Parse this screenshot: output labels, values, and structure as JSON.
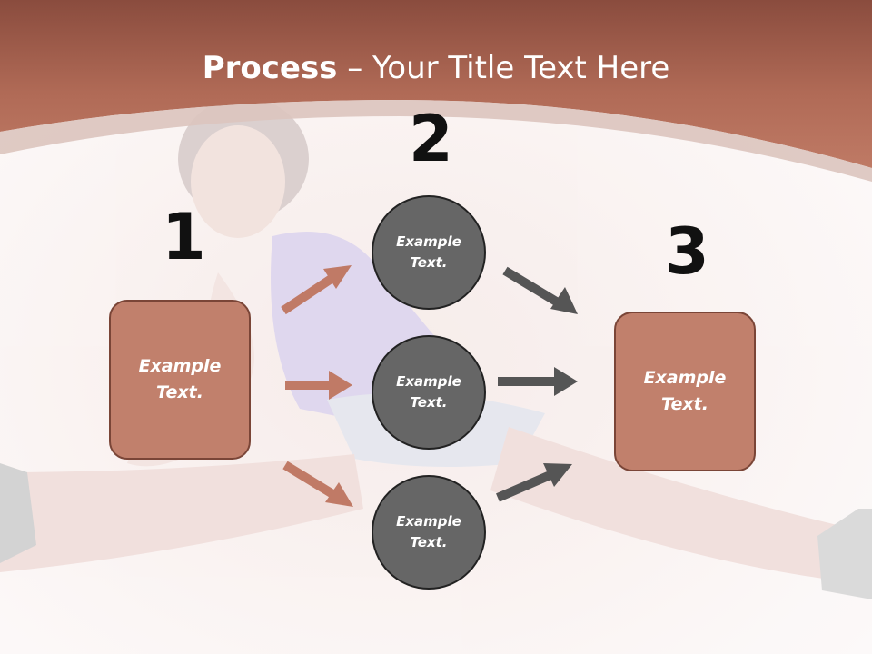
{
  "title": {
    "bold": "Process",
    "rest": " – Your Title Text Here"
  },
  "steps": [
    {
      "number": "1",
      "text_line1": "Example",
      "text_line2": "Text."
    },
    {
      "number": "2"
    },
    {
      "number": "3",
      "text_line1": "Example",
      "text_line2": "Text."
    }
  ],
  "circles": [
    {
      "text_line1": "Example",
      "text_line2": "Text."
    },
    {
      "text_line1": "Example",
      "text_line2": "Text."
    },
    {
      "text_line1": "Example",
      "text_line2": "Text."
    }
  ],
  "colors": {
    "header": "#a9614f",
    "box_fill": "#c1806c",
    "circle_fill": "#666666",
    "arrow_left": "#c07a66",
    "arrow_right": "#555555"
  }
}
